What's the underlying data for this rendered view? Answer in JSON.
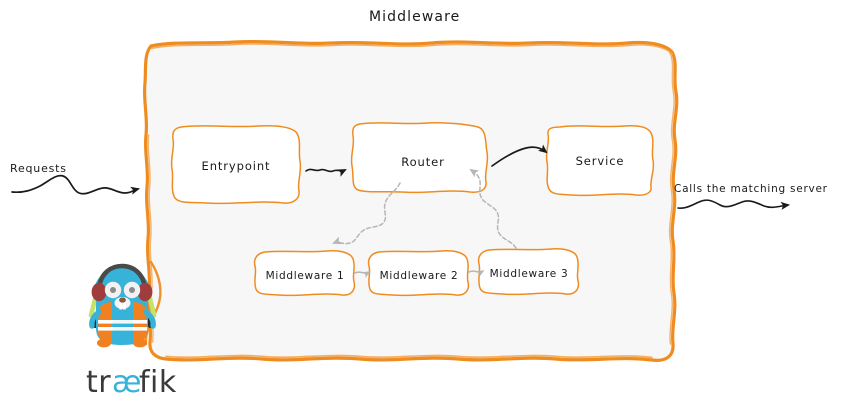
{
  "diagram": {
    "title": "Middleware",
    "container": {
      "name": "middleware-container",
      "border_color": "#ef8c20",
      "fill_color": "#f7f7f7"
    },
    "nodes": [
      {
        "id": "entrypoint",
        "label": "Entrypoint",
        "row": "top"
      },
      {
        "id": "router",
        "label": "Router",
        "row": "top"
      },
      {
        "id": "service",
        "label": "Service",
        "row": "top"
      },
      {
        "id": "middleware-1",
        "label": "Middleware 1",
        "row": "bottom"
      },
      {
        "id": "middleware-2",
        "label": "Middleware 2",
        "row": "bottom"
      },
      {
        "id": "middleware-3",
        "label": "Middleware 3",
        "row": "bottom"
      }
    ],
    "annotations": {
      "incoming": "Requests",
      "outgoing": "Calls the matching server"
    },
    "edges": [
      {
        "from": "entrypoint",
        "to": "router",
        "style": "squiggle-black"
      },
      {
        "from": "router",
        "to": "service",
        "style": "curve-black"
      },
      {
        "from": "router",
        "to": "middleware-1",
        "style": "wavy-gray"
      },
      {
        "from": "middleware-1",
        "to": "middleware-2",
        "style": "short-gray"
      },
      {
        "from": "middleware-2",
        "to": "middleware-3",
        "style": "short-gray"
      },
      {
        "from": "middleware-3",
        "to": "router",
        "style": "wavy-gray"
      }
    ],
    "colors": {
      "node_border": "#ef8c20",
      "node_fill": "#ffffff",
      "arrow_dark": "#1a1a1a",
      "arrow_gray": "#b6b6b6",
      "text": "#1a1a1a"
    }
  },
  "logo": {
    "name": "traefik-logo",
    "wordmark_prefix": "tr",
    "wordmark_ligature": "æ",
    "wordmark_suffix": "fik",
    "colors": {
      "body": "#37b3d9",
      "vest": "#f08020",
      "vest_stripe": "#ffffff",
      "headphone_band": "#4a4a4a",
      "earcup": "#a03c3c",
      "glowstick": "#c3e36a",
      "eye_white": "#f2f2f2",
      "pupil": "#8a8a8a",
      "nose": "#8a5a3c",
      "tooth": "#ffffff",
      "foot": "#f08020",
      "text_dark": "#3a3a3a",
      "text_accent": "#37b3d9"
    }
  }
}
